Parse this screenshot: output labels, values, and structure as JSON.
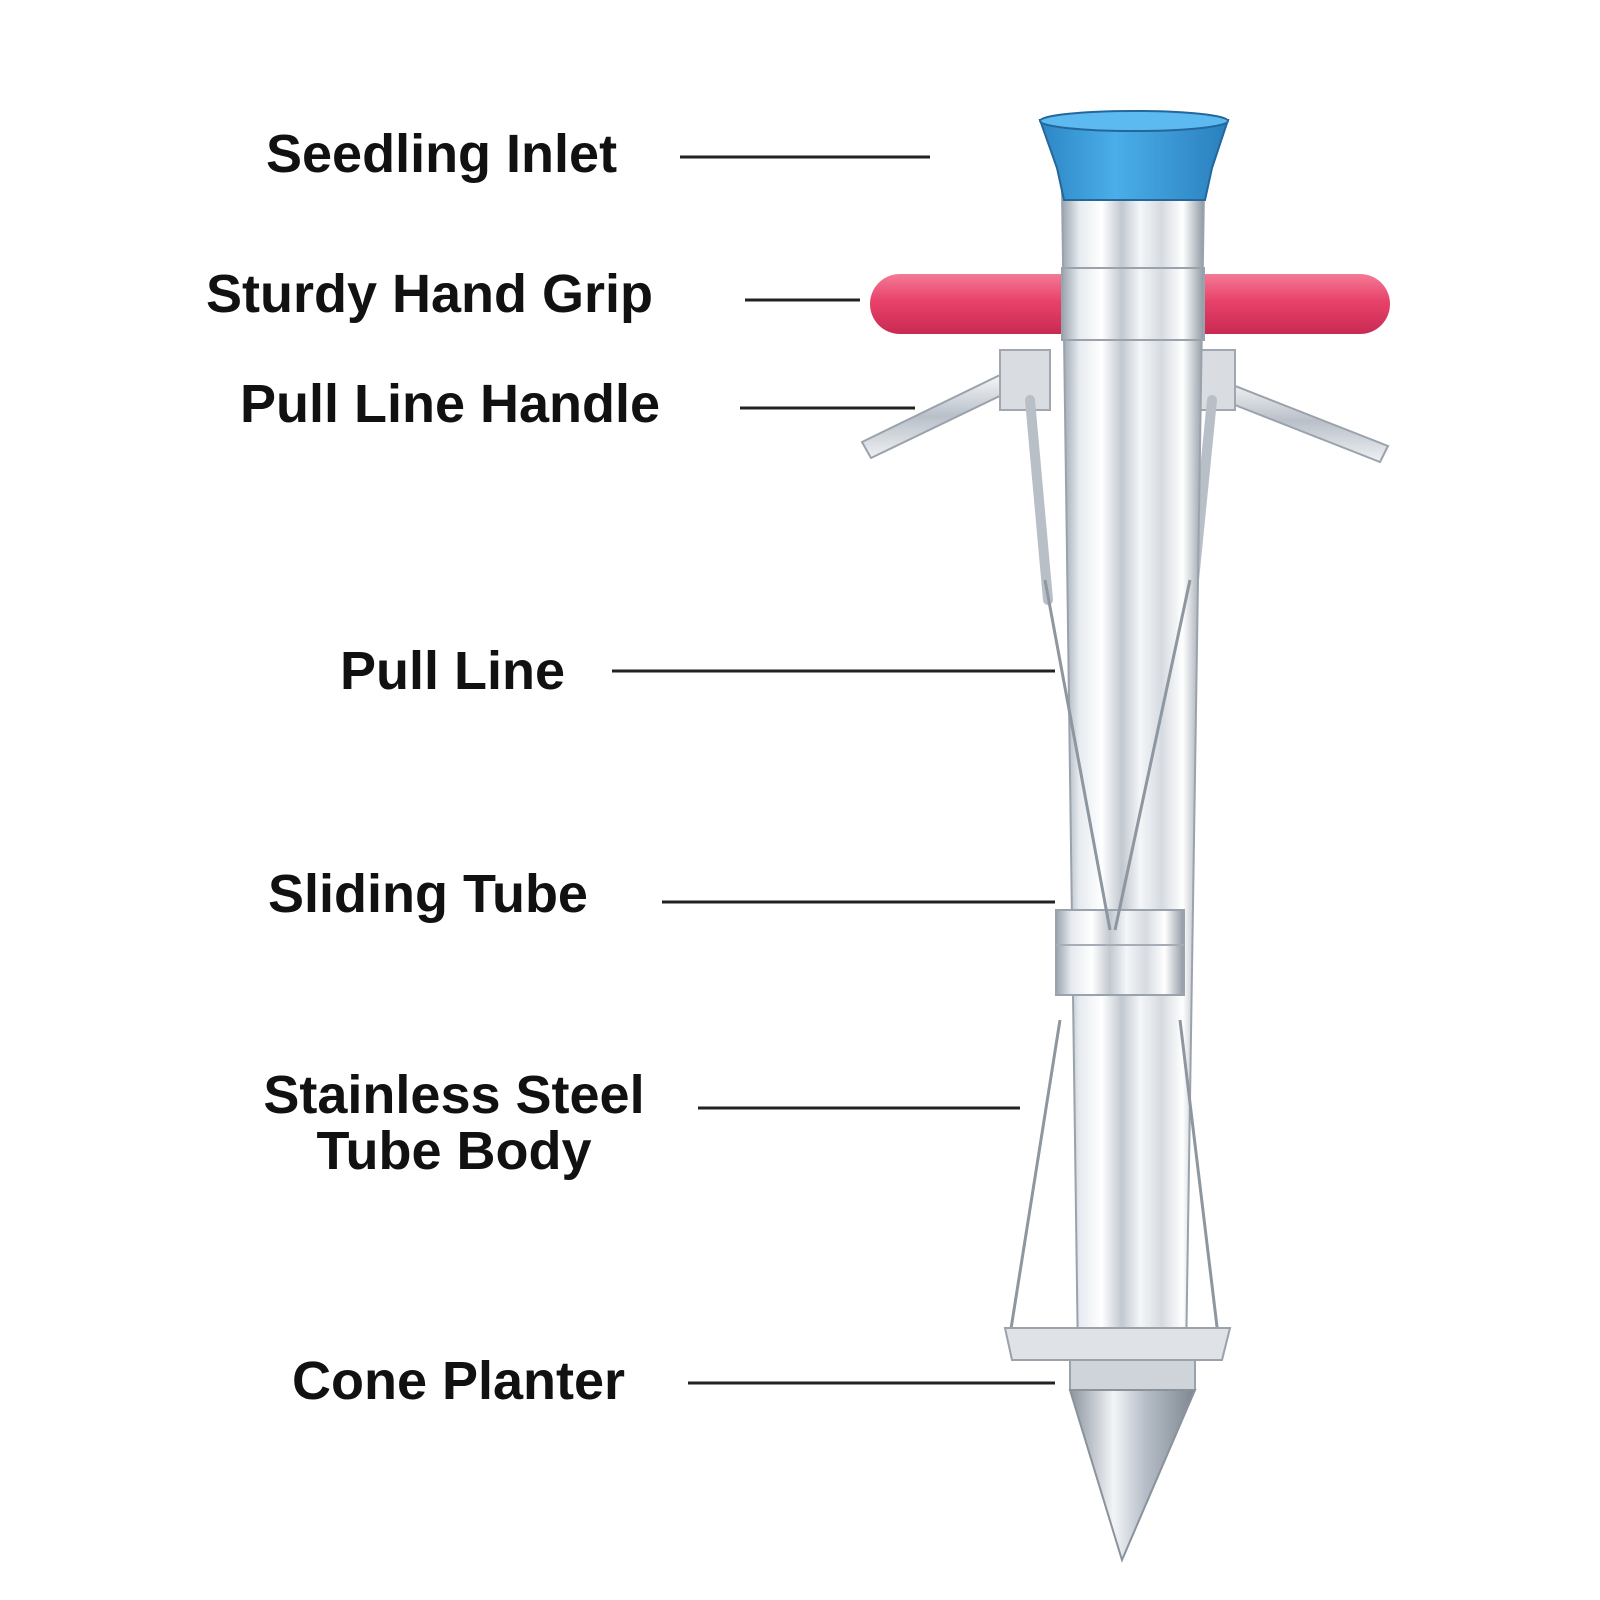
{
  "labels": {
    "seedling_inlet": "Seedling Inlet",
    "hand_grip": "Sturdy Hand Grip",
    "pull_line_handle": "Pull Line Handle",
    "pull_line": "Pull Line",
    "sliding_tube": "Sliding Tube",
    "tube_body_line1": "Stainless Steel",
    "tube_body_line2": "Tube Body",
    "cone_planter": "Cone Planter"
  },
  "colors": {
    "inlet_blue": "#3a9ad6",
    "grip_red": "#e8426a",
    "steel_light": "#eef1f5",
    "steel_dark": "#a9b0ba",
    "label_text": "#111111",
    "leader_line": "#222222"
  }
}
